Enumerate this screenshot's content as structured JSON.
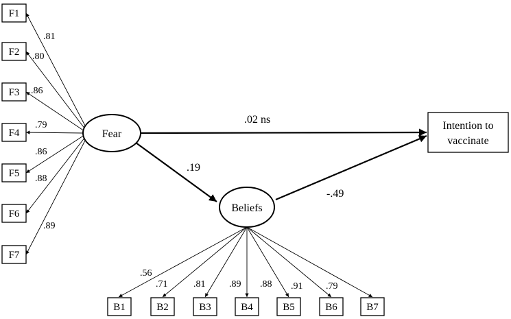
{
  "latent": {
    "fear": "Fear",
    "beliefs": "Beliefs"
  },
  "outcome": {
    "line1": "Intention to",
    "line2": "vaccinate"
  },
  "fear_items": [
    {
      "label": "F1",
      "loading": ".81"
    },
    {
      "label": "F2",
      "loading": ".80"
    },
    {
      "label": "F3",
      "loading": ".86"
    },
    {
      "label": "F4",
      "loading": ".79"
    },
    {
      "label": "F5",
      "loading": ".86"
    },
    {
      "label": "F6",
      "loading": ".88"
    },
    {
      "label": "F7",
      "loading": ".89"
    }
  ],
  "belief_items": [
    {
      "label": "B1",
      "loading": ".56"
    },
    {
      "label": "B2",
      "loading": ".71"
    },
    {
      "label": "B3",
      "loading": ".81"
    },
    {
      "label": "B4",
      "loading": ".89"
    },
    {
      "label": "B5",
      "loading": ".88"
    },
    {
      "label": "B6",
      "loading": ".91"
    },
    {
      "label": "B7",
      "loading": ".79"
    }
  ],
  "paths": {
    "fear_to_intention": ".02 ns",
    "fear_to_beliefs": ".19",
    "beliefs_to_intention": "-.49"
  }
}
